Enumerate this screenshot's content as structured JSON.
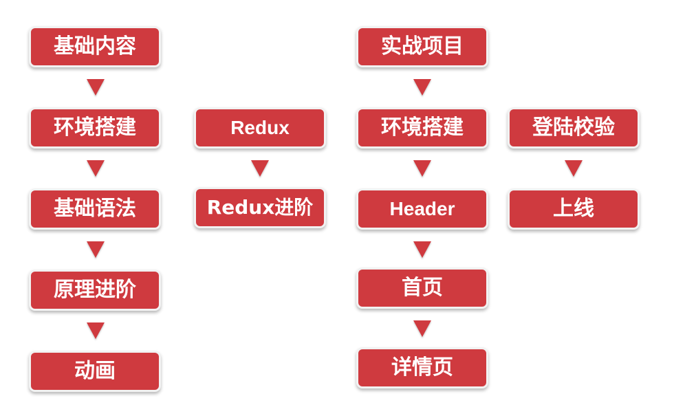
{
  "colors": {
    "node_fill": "#cf3a3f",
    "node_border": "#f2f2f2",
    "text": "#ffffff",
    "background": "#ffffff"
  },
  "columns": [
    {
      "nodes": [
        "基础内容",
        "环境搭建",
        "基础语法",
        "原理进阶",
        "动画"
      ]
    },
    {
      "nodes": [
        "Redux",
        "Redux进阶"
      ]
    },
    {
      "nodes": [
        "实战项目",
        "环境搭建",
        "Header",
        "首页",
        "详情页"
      ]
    },
    {
      "nodes": [
        "登陆校验",
        "上线"
      ]
    }
  ]
}
